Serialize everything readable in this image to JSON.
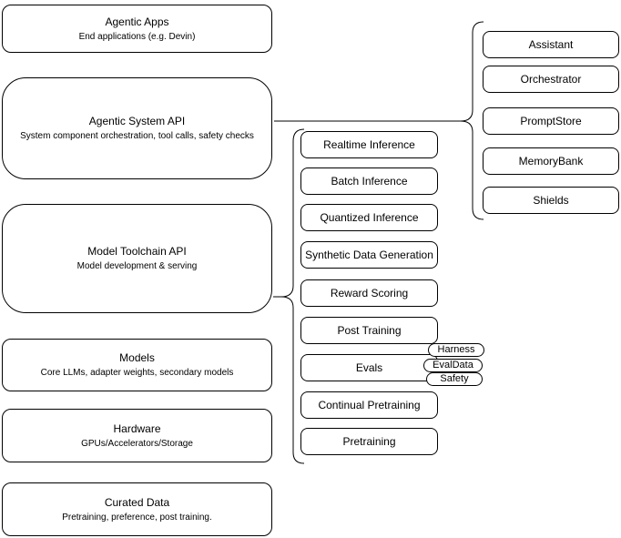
{
  "diagram": {
    "left_column": [
      {
        "title": "Agentic Apps",
        "subtitle": "End applications (e.g. Devin)"
      },
      {
        "title": "Agentic System API",
        "subtitle": "System component orchestration, tool calls, safety checks"
      },
      {
        "title": "Model Toolchain API",
        "subtitle": "Model development & serving"
      },
      {
        "title": "Models",
        "subtitle": "Core LLMs, adapter weights, secondary models"
      },
      {
        "title": "Hardware",
        "subtitle": "GPUs/Accelerators/Storage"
      },
      {
        "title": "Curated Data",
        "subtitle": "Pretraining, preference, post training."
      }
    ],
    "toolchain_api_items": [
      "Realtime Inference",
      "Batch Inference",
      "Quantized Inference",
      "Synthetic Data Generation",
      "Reward Scoring",
      "Post Training",
      "Evals",
      "Continual Pretraining",
      "Pretraining"
    ],
    "evals_tags": [
      "Harness",
      "EvalData",
      "Safety"
    ],
    "system_api_items": [
      "Assistant",
      "Orchestrator",
      "PromptStore",
      "MemoryBank",
      "Shields"
    ],
    "colors": {
      "stroke": "#000000",
      "fill": "#ffffff",
      "text": "#000000"
    }
  }
}
